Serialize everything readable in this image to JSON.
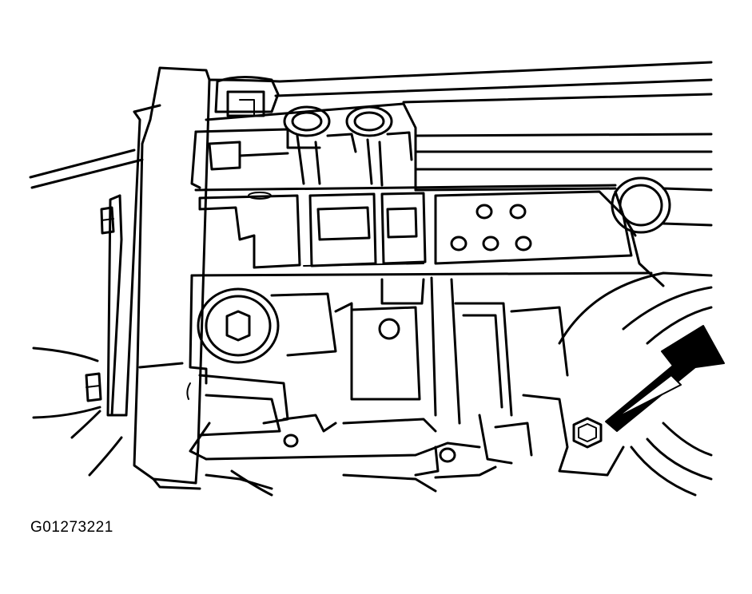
{
  "figure": {
    "id_label": "G01273221",
    "colors": {
      "line": "#000000",
      "background": "#ffffff"
    },
    "callouts": [
      {
        "name": "drain-plug-arrow",
        "points_to": "hex-bolt"
      }
    ]
  }
}
